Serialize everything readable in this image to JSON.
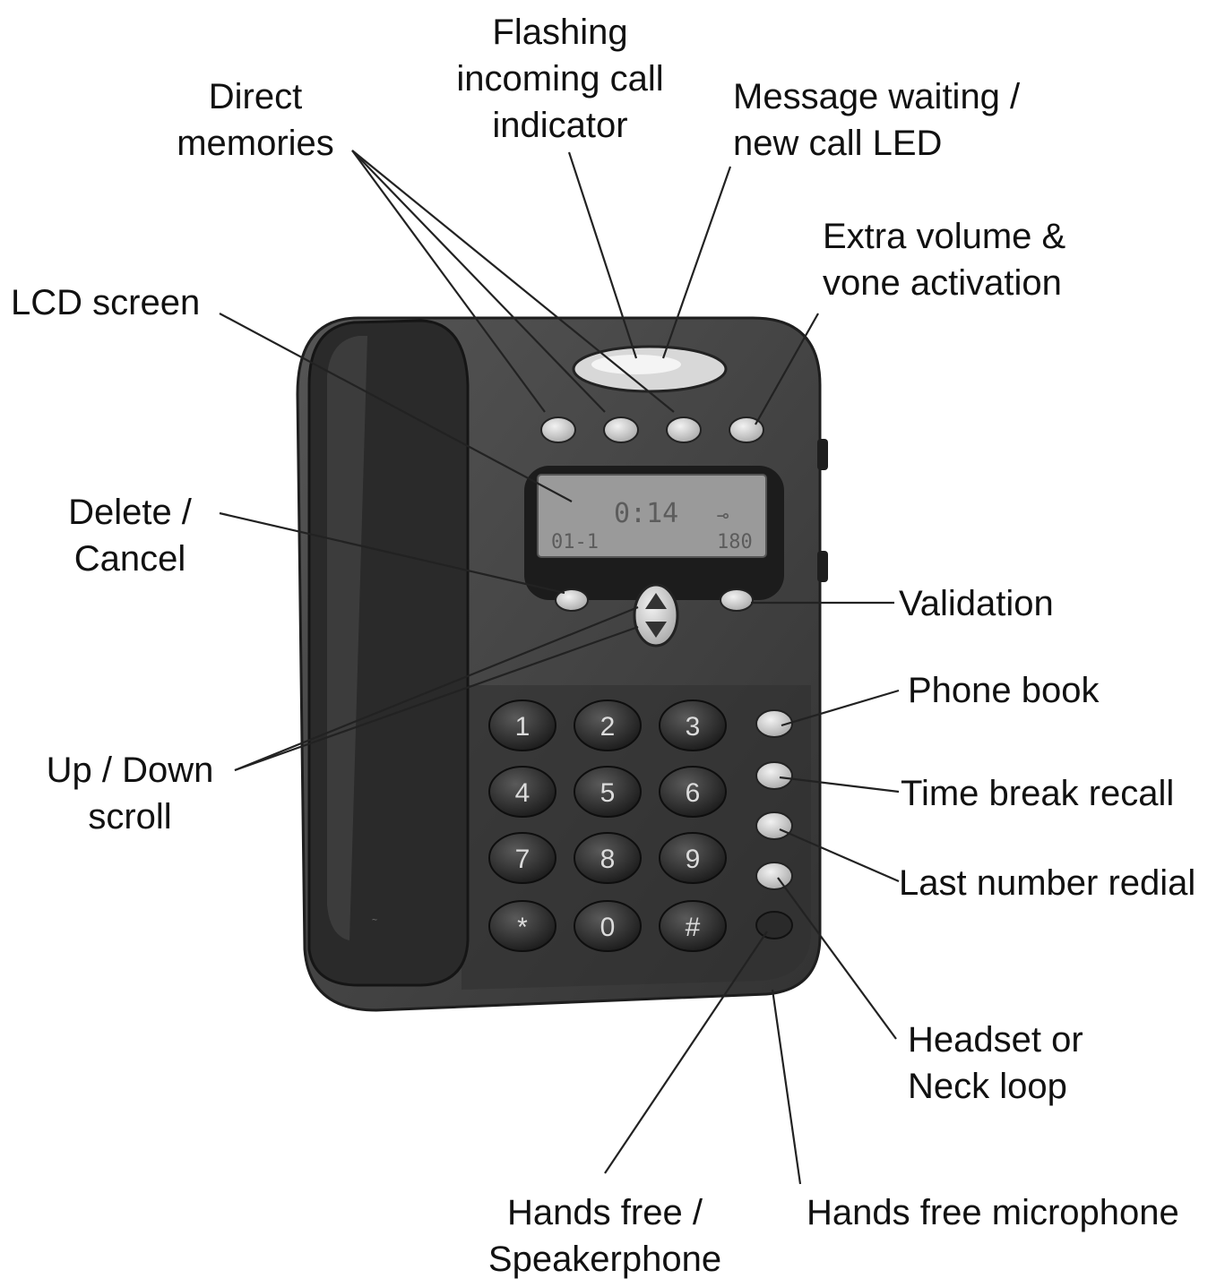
{
  "labels": {
    "flashing": [
      "Flashing",
      "incoming call",
      "indicator"
    ],
    "direct_memories": [
      "Direct",
      "memories"
    ],
    "message_waiting": [
      "Message waiting /",
      "new call LED"
    ],
    "extra_volume": [
      "Extra volume &",
      "vone activation"
    ],
    "lcd_screen": [
      "LCD screen"
    ],
    "delete_cancel": [
      "Delete /",
      "Cancel"
    ],
    "validation": [
      "Validation"
    ],
    "phone_book": [
      "Phone book"
    ],
    "up_down": [
      "Up / Down",
      "scroll"
    ],
    "time_break": [
      "Time break recall"
    ],
    "last_number": [
      "Last number redial"
    ],
    "headset": [
      "Headset or",
      "Neck loop"
    ],
    "hands_free_speaker": [
      "Hands free /",
      "Speakerphone"
    ],
    "hands_free_mic": [
      "Hands free microphone"
    ]
  },
  "lcd": {
    "line1": "0:14",
    "line2_left": "01-1",
    "line2_right": "180"
  },
  "keypad": [
    "1",
    "2",
    "3",
    "4",
    "5",
    "6",
    "7",
    "8",
    "9",
    "*",
    "0",
    "#"
  ],
  "colors": {
    "body": "#3e3e3e",
    "handset": "#2c2c2c",
    "lcd": "#9a9a9a",
    "key": "#222222",
    "button": "#cfcfcf",
    "line": "#222222"
  }
}
